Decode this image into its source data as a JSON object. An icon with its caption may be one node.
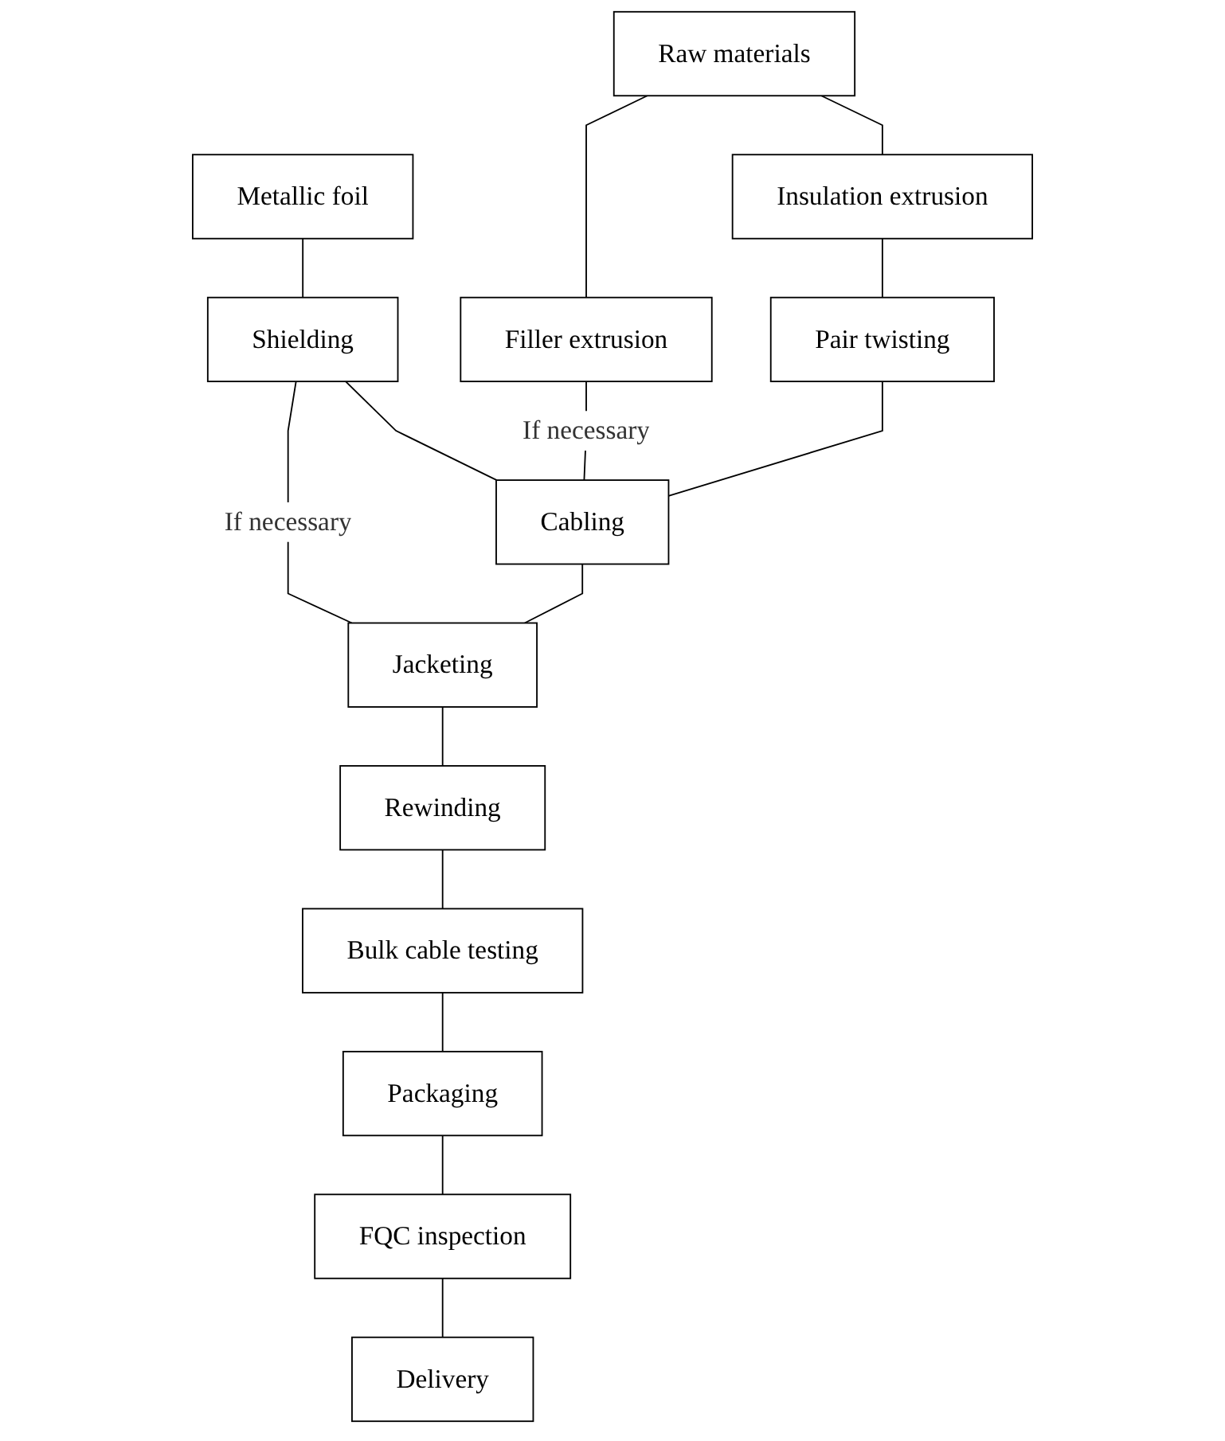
{
  "diagram": {
    "nodes": [
      {
        "text": [
          "Metallic foil"
        ]
      },
      {
        "text": [
          "Raw materials"
        ]
      },
      {
        "text": [
          "Insulation extrusion"
        ]
      },
      {
        "text": [
          "Filler extrusion"
        ]
      },
      {
        "text": [
          "Pair twisting"
        ]
      },
      {
        "text": [
          "Shielding"
        ]
      },
      {
        "text": [
          "Cabling"
        ]
      },
      {
        "text": [
          "Jacketing"
        ]
      },
      {
        "text": [
          "Rewinding"
        ]
      },
      {
        "text": [
          "Bulk cable testing"
        ]
      },
      {
        "text": [
          "Packaging"
        ]
      },
      {
        "text": [
          "FQC inspection"
        ]
      },
      {
        "text": [
          "Delivery"
        ]
      }
    ],
    "edges": [
      {
        "from": 1,
        "to": 2,
        "arrow": "none"
      },
      {
        "from": 1,
        "to": 3,
        "arrow": "none"
      },
      {
        "from": 2,
        "to": 4,
        "arrow": "none"
      },
      {
        "from": 0,
        "to": 5,
        "arrow": "none"
      },
      {
        "from": 4,
        "to": 6,
        "arrow": "none"
      },
      {
        "from": 5,
        "to": 6,
        "arrow": "none"
      },
      {
        "from": 3,
        "to": 6,
        "arrow": "none",
        "label": "If necessary"
      },
      {
        "from": 6,
        "to": 7,
        "arrow": "none"
      },
      {
        "from": 5,
        "to": 7,
        "arrow": "none",
        "label": "If necessary"
      },
      {
        "from": 7,
        "to": 8,
        "arrow": "none"
      },
      {
        "from": 8,
        "to": 9,
        "arrow": "none"
      },
      {
        "from": 9,
        "to": 10,
        "arrow": "none"
      },
      {
        "from": 10,
        "to": 11,
        "arrow": "none"
      },
      {
        "from": 11,
        "to": 12,
        "arrow": "none"
      }
    ]
  }
}
